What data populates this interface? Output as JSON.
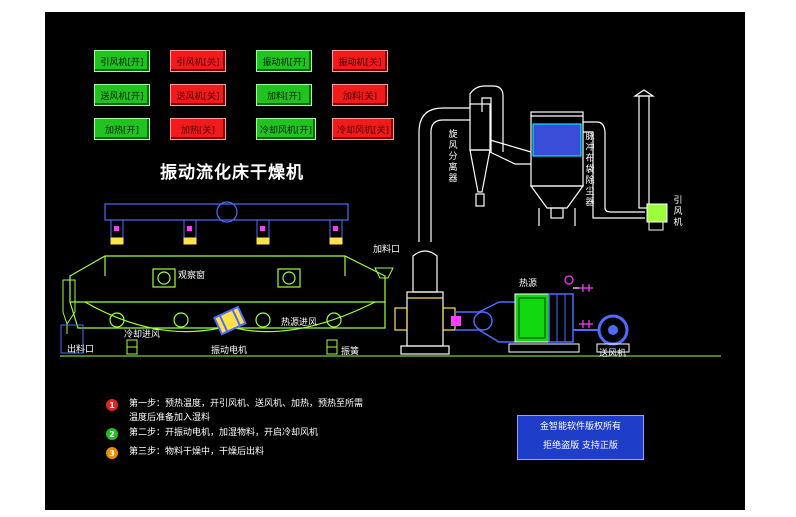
{
  "buttons": {
    "exhaust_fan_on": "引风机[开]",
    "exhaust_fan_off": "引风机[关]",
    "vibration_motor_on": "振动机[开]",
    "vibration_motor_off": "振动机[关]",
    "supply_fan_on": "送风机[开]",
    "supply_fan_off": "送风机[关]",
    "feed_on": "加料[开]",
    "feed_off": "加料[关]",
    "heat_on": "加热[开]",
    "heat_off": "加热[关]",
    "cooling_fan_on": "冷却风机[开]",
    "cooling_fan_off": "冷却风机[关]"
  },
  "title": "振动流化床干燥机",
  "labels": {
    "observation_window": "观察窗",
    "feed_inlet": "加料口",
    "cooling_air_inlet": "冷却进风",
    "hot_air_inlet": "热源进风",
    "discharge_outlet": "出料口",
    "vibration_motor": "振动电机",
    "spring": "振簧",
    "heat_source": "热源",
    "supply_fan": "送风机",
    "cyclone_separator": "旋风分离器",
    "pulse_bag_filter": "脉冲布袋除尘器",
    "exhaust_fan": "引风机"
  },
  "steps": [
    {
      "num": "1",
      "color": "#e52222",
      "text": "第一步：预热温度，开引风机、送风机、加热，预热至所需",
      "text2": "温度后准备加入湿料"
    },
    {
      "num": "2",
      "color": "#22bb22",
      "text": "第二步：开振动电机，加湿物料，开启冷却风机",
      "text2": ""
    },
    {
      "num": "3",
      "color": "#f08a00",
      "text": "第三步：物料干燥中，干燥后出料",
      "text2": ""
    }
  ],
  "copyright": {
    "line1": "金智能软件版权所有",
    "line2": "拒绝盗版  支持正版"
  },
  "colors": {
    "background": "#000000",
    "button_on": "#21c321",
    "button_off": "#f21a1a",
    "outline": "#9cff3c",
    "duct": "#ffffff",
    "copyright_box": "#1e3ec9"
  }
}
